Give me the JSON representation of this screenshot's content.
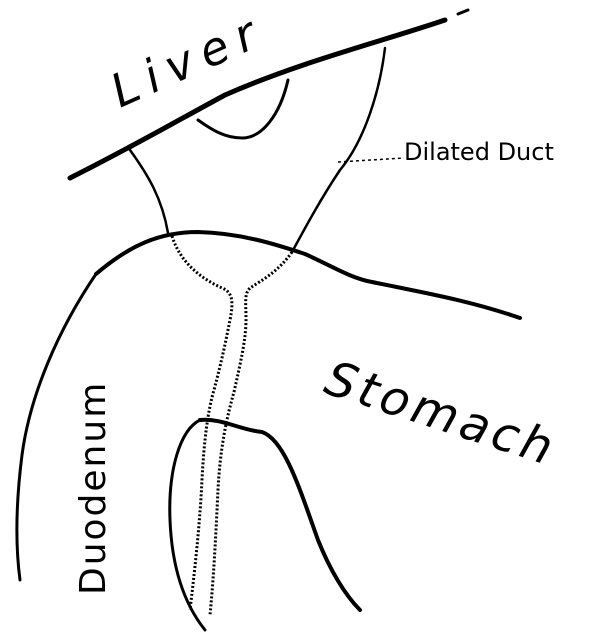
{
  "diagram": {
    "labels": {
      "liver": "Liver",
      "dilated_duct": "Dilated Duct",
      "stomach": "Stomach",
      "duodenum": "Duodenum"
    },
    "ink_color": "#000000",
    "background_color": "#ffffff"
  }
}
